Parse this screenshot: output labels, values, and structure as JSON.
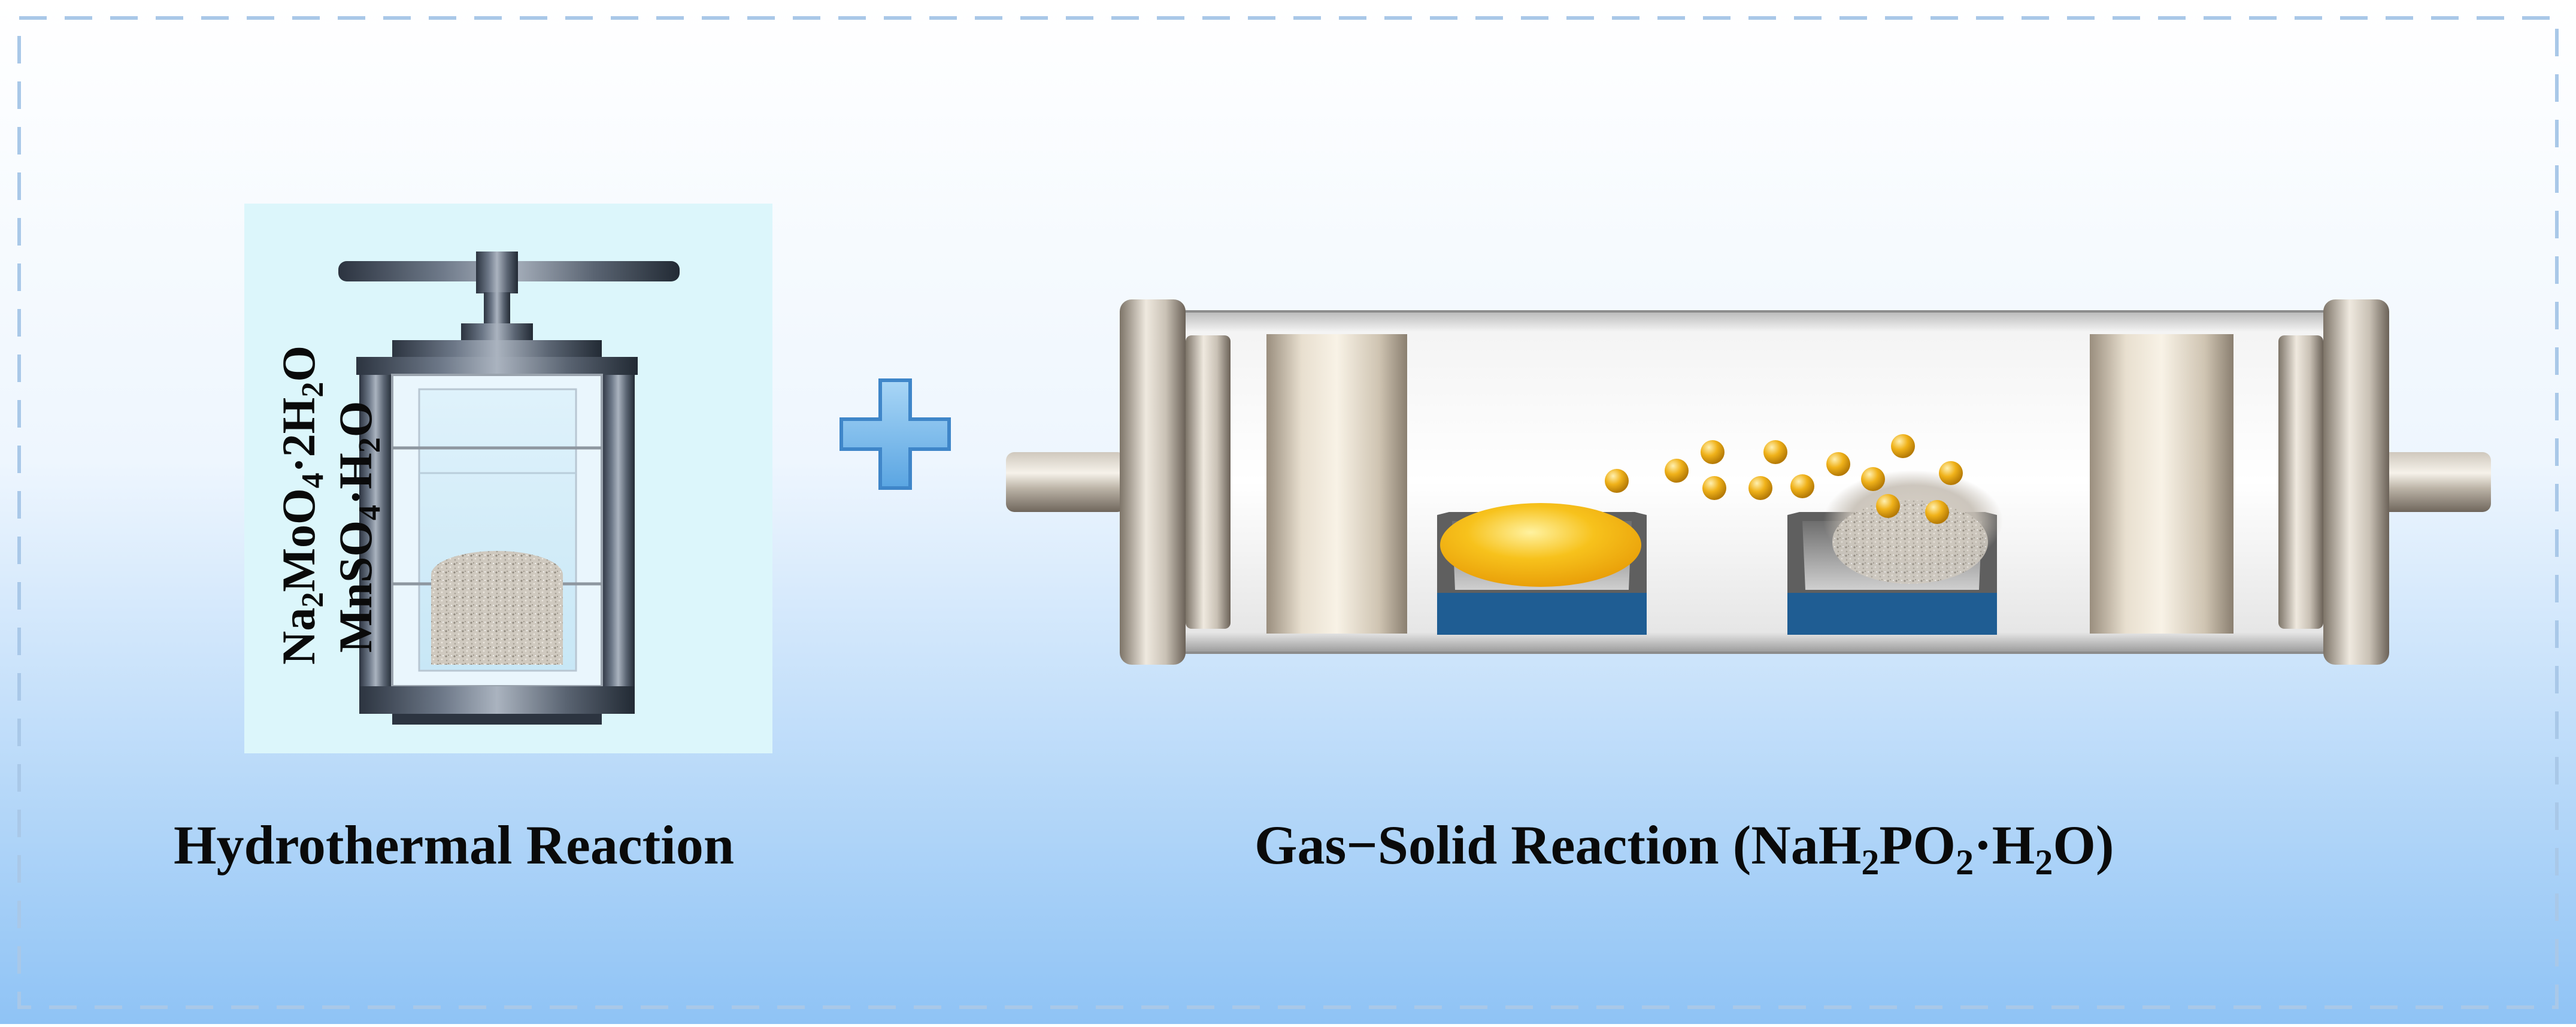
{
  "autoclave": {
    "reagent_1": [
      "Na",
      "2",
      "MoO",
      "4",
      "·2H",
      "2",
      "O"
    ],
    "reagent_2": [
      "MnSO",
      "4",
      "·H",
      "2",
      "O"
    ]
  },
  "captions": {
    "left": "Hydrothermal Reaction",
    "right": [
      "Gas−Solid Reaction (NaH",
      "2",
      "PO",
      "2",
      "·H",
      "2",
      "O)"
    ]
  },
  "colors": {
    "background_top": "#ffffff",
    "background_bottom": "#8fc3f5",
    "panel_fill": "#dcf6fb",
    "frame_dash": "#a9c8e8",
    "plus_fill": "#78b9ea",
    "boat_blue": "#1f5d93",
    "gas_particle": "#f0b21a",
    "precursor_yellow": "#f7c21c"
  },
  "icons": [
    "autoclave-icon",
    "plus-icon",
    "tube-furnace-icon"
  ]
}
